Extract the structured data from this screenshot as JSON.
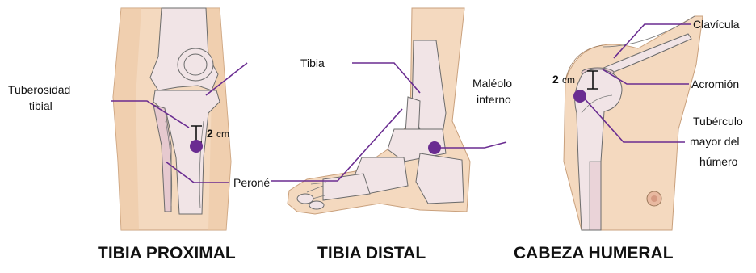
{
  "panels": [
    {
      "caption": "TIBIA PROXIMAL",
      "labels": {
        "tuberosity_1": "Tuberosidad",
        "tuberosity_2": "tibial",
        "fibula": "Peroné"
      },
      "measure": {
        "value": "2",
        "unit": "cm"
      }
    },
    {
      "caption": "TIBIA DISTAL",
      "labels": {
        "tibia": "Tibia",
        "malleolus_1": "Maléolo",
        "malleolus_2": "interno"
      }
    },
    {
      "caption": "CABEZA HUMERAL",
      "labels": {
        "clavicle": "Clavícula",
        "acromion": "Acromión",
        "tubercle_1": "Tubérculo",
        "tubercle_2": "mayor del",
        "tubercle_3": "húmero"
      },
      "measure": {
        "value": "2",
        "unit": "cm"
      }
    }
  ],
  "colors": {
    "marker": "#6a2c91",
    "skin": "#f4d9bf",
    "bone": "#f1e4e6"
  }
}
